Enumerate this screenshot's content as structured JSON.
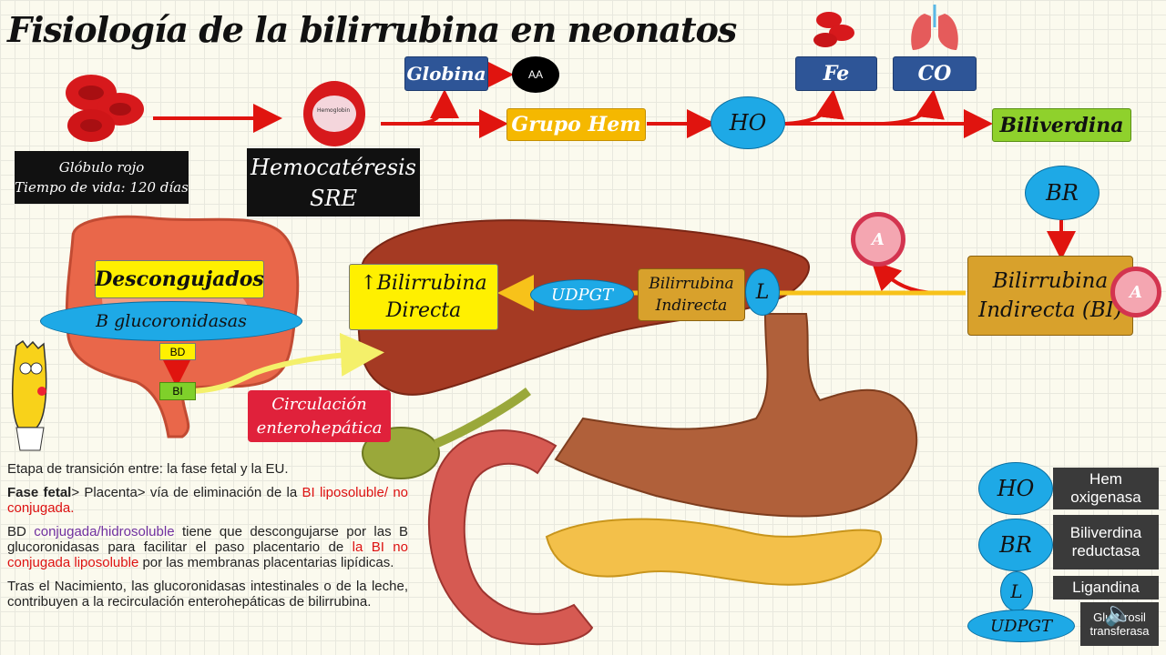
{
  "title": "Fisiología de la bilirrubina en neonatos",
  "flow": {
    "globulo_rojo_line1": "Glóbulo rojo",
    "globulo_rojo_line2": "Tiempo de vida: 120 días",
    "hemocateresis_line1": "Hemocatéresis",
    "hemocateresis_line2": "SRE",
    "hemoglobin_label": "Hemoglobin",
    "globina": "Globina",
    "aa": "AA",
    "grupo_hem": "Grupo Hem",
    "ho": "HO",
    "fe": "Fe",
    "co": "CO",
    "biliverdina": "Biliverdina",
    "br": "BR",
    "bi_line1": "Bilirrubina",
    "bi_line2": "Indirecta (BI)",
    "albumin": "A",
    "albumin2": "A",
    "l": "L",
    "bili_ind_line1": "Bilirrubina",
    "bili_ind_line2": "Indirecta",
    "udpgt": "UDPGT",
    "bili_dir_line1": "↑Bilirrubina",
    "bili_dir_line2": "Directa",
    "descongujados": "Descongujados",
    "b_gluco": "B glucoronidasas",
    "bd": "BD",
    "bi": "BI",
    "circ_line1": "Circulación",
    "circ_line2": "enterohepática"
  },
  "text": {
    "p1": "Etapa de transición entre: la fase fetal y la EU.",
    "p2_bold": "Fase fetal",
    "p2_a": "> Placenta> vía de eliminación de la ",
    "p2_red": "BI liposoluble/ no conjugada.",
    "p3_a": "BD ",
    "p3_purple": "conjugada/hidrosoluble",
    "p3_b": " tiene que descongujarse por las B glucoronidasas para facilitar el paso placentario de ",
    "p3_red": "la BI no conjugada liposoluble",
    "p3_c": " por las membranas placentarias lipídicas.",
    "p4": "Tras el Nacimiento, las glucoronidasas intestinales o de la leche, contribuyen a la recirculación enterohepáticas de bilirrubina."
  },
  "legend": [
    {
      "abbr": "HO",
      "label": "Hem oxigenasa"
    },
    {
      "abbr": "BR",
      "label": "Biliverdina reductasa"
    },
    {
      "abbr": "L",
      "label": "Ligandina"
    },
    {
      "abbr": "UDPGT",
      "label": "Glucurosil transferasa"
    }
  ],
  "colors": {
    "arrow_red": "#e0140f",
    "arrow_yellow": "#f7c21a",
    "ellipse_blue": "#1ea9e6"
  }
}
